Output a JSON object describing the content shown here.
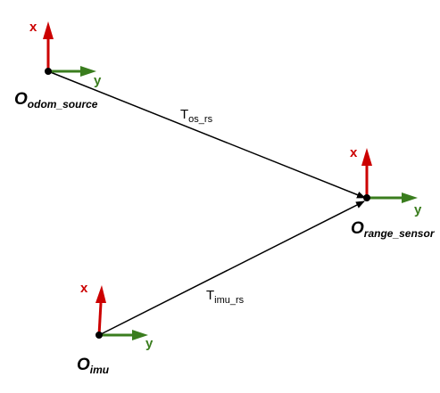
{
  "colors": {
    "x_axis": "#cc0000",
    "y_axis": "#3a7d1e",
    "line": "#000000"
  },
  "axes": {
    "x_label": "x",
    "y_label": "y"
  },
  "frames": [
    {
      "id": "odom_source",
      "main": "O",
      "sub": "odom_source"
    },
    {
      "id": "range_sensor",
      "main": "O",
      "sub": "range_sensor"
    },
    {
      "id": "imu",
      "main": "O",
      "sub": "imu"
    }
  ],
  "transforms": [
    {
      "id": "os_rs",
      "main": "T",
      "sub": "os_rs"
    },
    {
      "id": "imu_rs",
      "main": "T",
      "sub": "imu_rs"
    }
  ]
}
